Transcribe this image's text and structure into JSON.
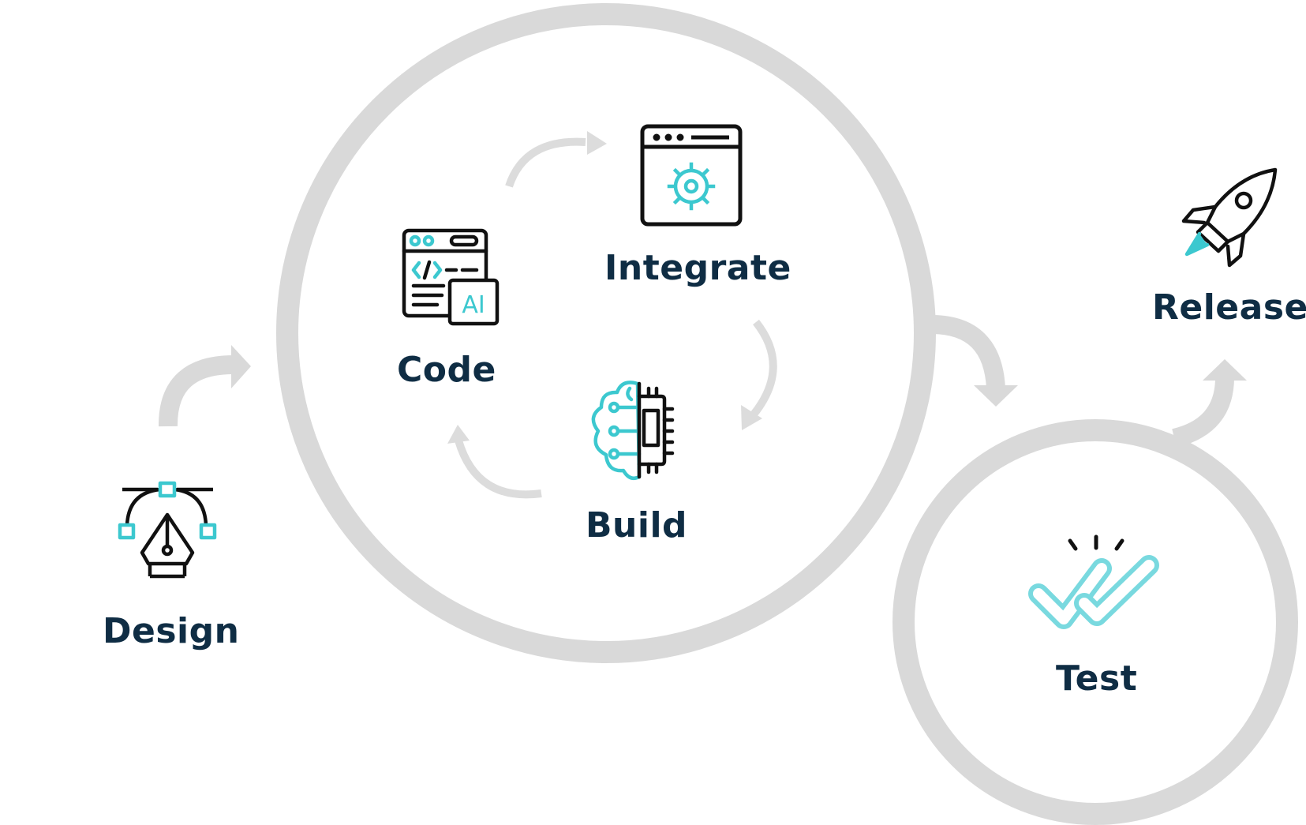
{
  "colors": {
    "text": "#0f2d44",
    "accent": "#3cc8cf",
    "icon_stroke": "#111111",
    "cycle_ring": "#d9d9d9"
  },
  "stages": {
    "design": {
      "label": "Design",
      "icon": "pen-tool-icon"
    },
    "code": {
      "label": "Code",
      "icon": "ai-code-window-icon"
    },
    "integrate": {
      "label": "Integrate",
      "icon": "settings-window-icon"
    },
    "build": {
      "label": "Build",
      "icon": "brain-chip-icon"
    },
    "test": {
      "label": "Test",
      "icon": "double-check-icon"
    },
    "release": {
      "label": "Release",
      "icon": "rocket-icon"
    }
  },
  "code_icon_badge": "AI"
}
